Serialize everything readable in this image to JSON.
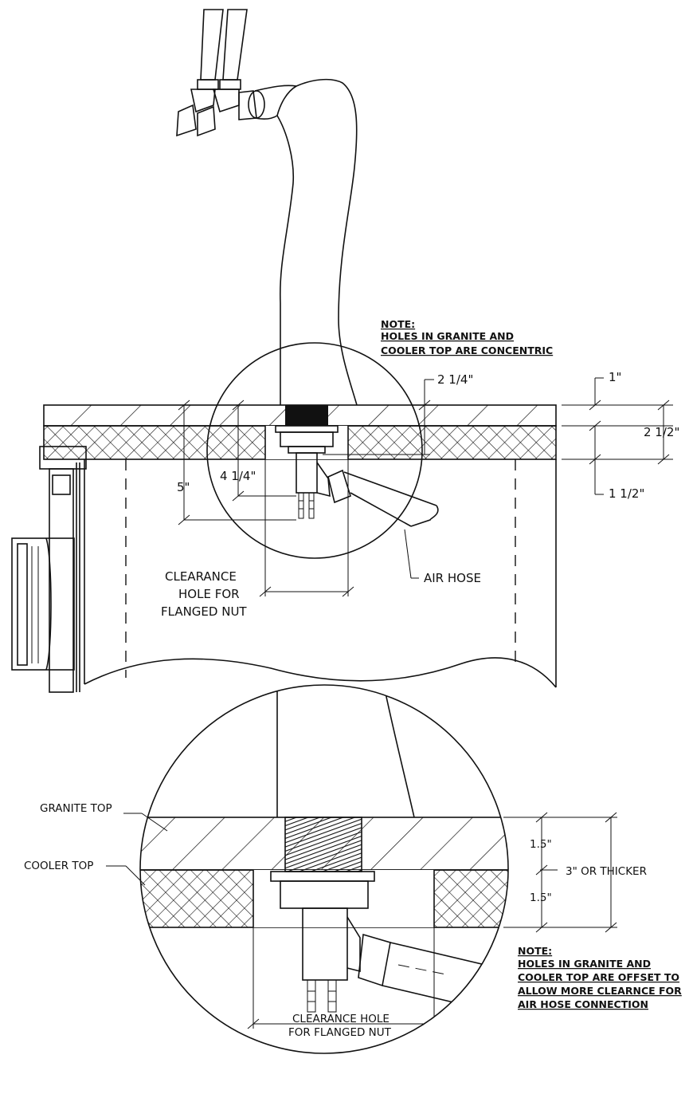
{
  "top_view": {
    "note": {
      "heading": "NOTE:",
      "line1": "HOLES IN GRANITE AND",
      "line2": "COOLER TOP ARE CONCENTRIC"
    },
    "dims": {
      "d_2_1_4": "2 1/4\"",
      "d_1": "1\"",
      "d_2_1_2": "2 1/2\"",
      "d_1_1_2": "1 1/2\"",
      "d_5": "5\"",
      "d_4_1_4": "4 1/4\""
    },
    "clearance": {
      "line1": "CLEARANCE",
      "line2": "HOLE FOR",
      "line3": "FLANGED NUT"
    },
    "air_hose": "AIR HOSE"
  },
  "detail_view": {
    "granite_top": "GRANITE TOP",
    "cooler_top": "COOLER TOP",
    "dim_1_5_a": "1.5\"",
    "dim_1_5_b": "1.5\"",
    "dim_total": "3\" OR THICKER",
    "note": {
      "heading": "NOTE:",
      "line1": "HOLES IN GRANITE AND",
      "line2": "COOLER TOP ARE OFFSET TO",
      "line3": "ALLOW MORE CLEARNCE FOR",
      "line4": "AIR HOSE CONNECTION"
    },
    "clearance": {
      "line1": "CLEARANCE HOLE",
      "line2": "FOR FLANGED NUT"
    }
  }
}
